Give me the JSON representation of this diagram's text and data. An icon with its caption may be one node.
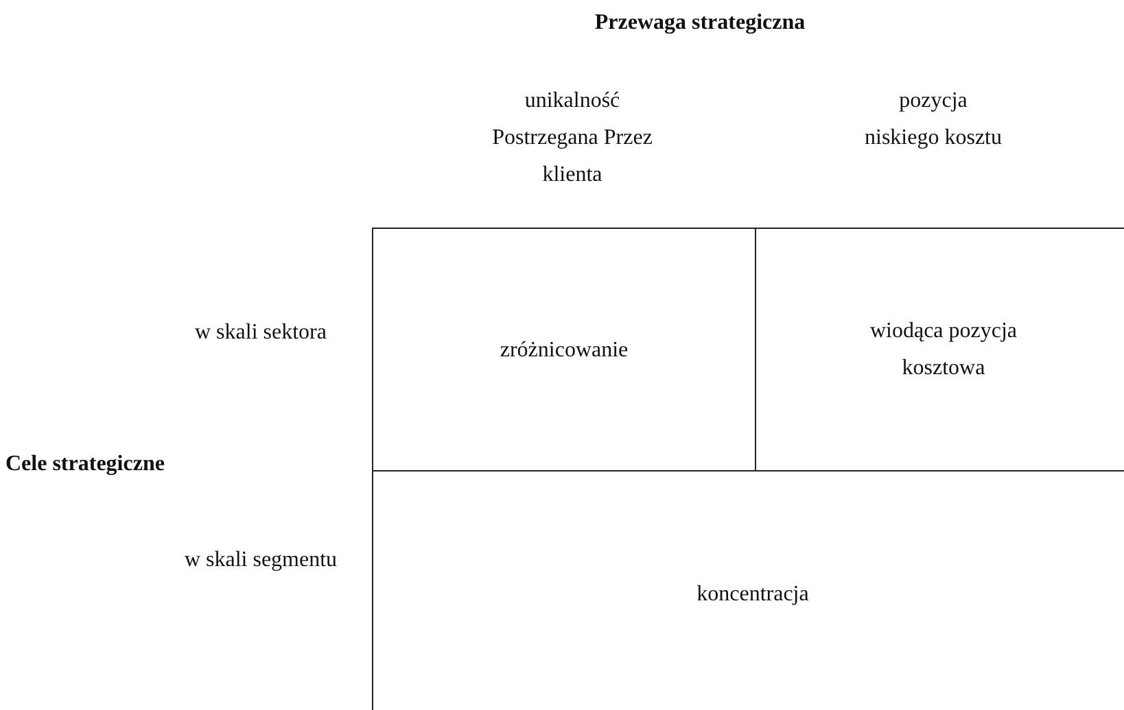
{
  "diagram": {
    "title": "Przewaga strategiczna",
    "nodes": [
      {
        "text": [
          "zróżnicowanie"
        ]
      },
      {
        "text": [
          "wiodąca pozycja kosztowa"
        ]
      },
      {
        "text": [
          "koncentracja"
        ]
      }
    ],
    "labels": [
      "unikalność Postrzegana Przez klienta",
      "pozycja niskiego kosztu",
      "w skali sektora",
      "Cele strategiczne",
      "w skali segmentu"
    ]
  }
}
